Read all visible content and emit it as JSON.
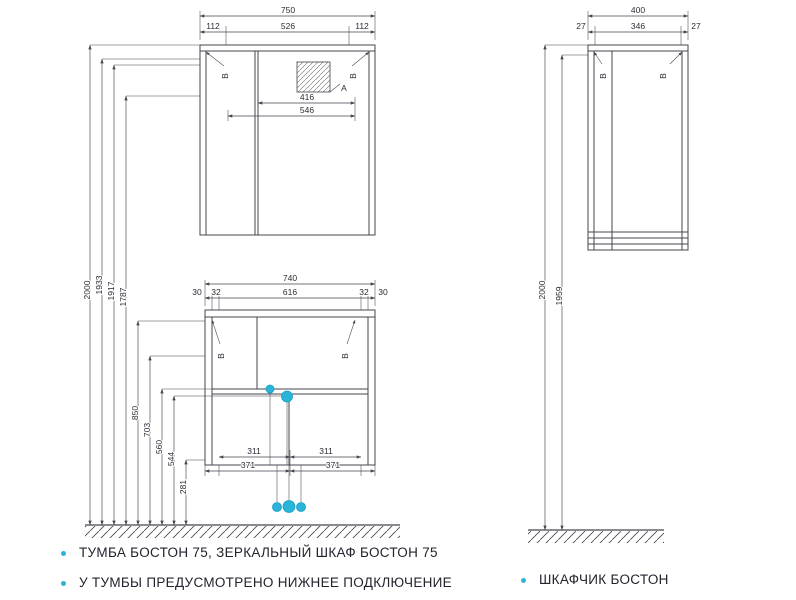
{
  "colors": {
    "accent": "#2ab5d8",
    "line": "#45454f",
    "text": "#23232e"
  },
  "mirror_cabinet": {
    "width_total": "750",
    "width_left": "112",
    "width_center": "526",
    "width_right": "112",
    "dim_416": "416",
    "dim_546": "546",
    "label_a": "A",
    "label_b": "B"
  },
  "vanity": {
    "width_total": "740",
    "seg_left_outer": "30",
    "seg_left_inner": "32",
    "seg_center": "616",
    "seg_right_inner": "32",
    "seg_right_outer": "30",
    "dim_door_left": "311",
    "dim_half_left": "371",
    "dim_door_right": "311",
    "dim_half_right": "371",
    "label_b": "B"
  },
  "heights_left": {
    "h1": "2000",
    "h2": "1933",
    "h3": "1917",
    "h4": "1787",
    "h5": "850",
    "h6": "703",
    "h7": "560",
    "h8": "544",
    "h9": "281"
  },
  "wall_cabinet": {
    "width_total": "400",
    "width_left": "27",
    "width_center": "346",
    "width_right": "27",
    "label_b": "B",
    "h1": "2000",
    "h2": "1959"
  },
  "notes": {
    "line1": "ТУМБА БОСТОН 75, ЗЕРКАЛЬНЫЙ ШКАФ БОСТОН 75",
    "line2": "У ТУМБЫ ПРЕДУСМОТРЕНО НИЖНЕЕ ПОДКЛЮЧЕНИЕ",
    "right": "ШКАФЧИК БОСТОН"
  }
}
